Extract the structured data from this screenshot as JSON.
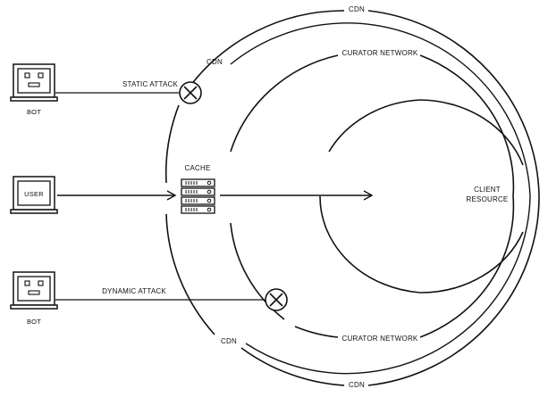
{
  "labels": {
    "cdn": "CDN",
    "curator_network": "CURATOR NETWORK",
    "client_resource_line1": "CLIENT",
    "client_resource_line2": "RESOURCE",
    "cache": "CACHE",
    "static_attack": "STATIC ATTACK",
    "dynamic_attack": "DYNAMIC ATTACK",
    "bot": "BOT",
    "user": "USER"
  },
  "colors": {
    "line": "#111111",
    "background": "#ffffff"
  },
  "icons": {
    "bot": "bot-laptop-icon",
    "user": "user-laptop-icon",
    "cache": "server-rack-icon",
    "blocked": "blocked-x-icon"
  }
}
